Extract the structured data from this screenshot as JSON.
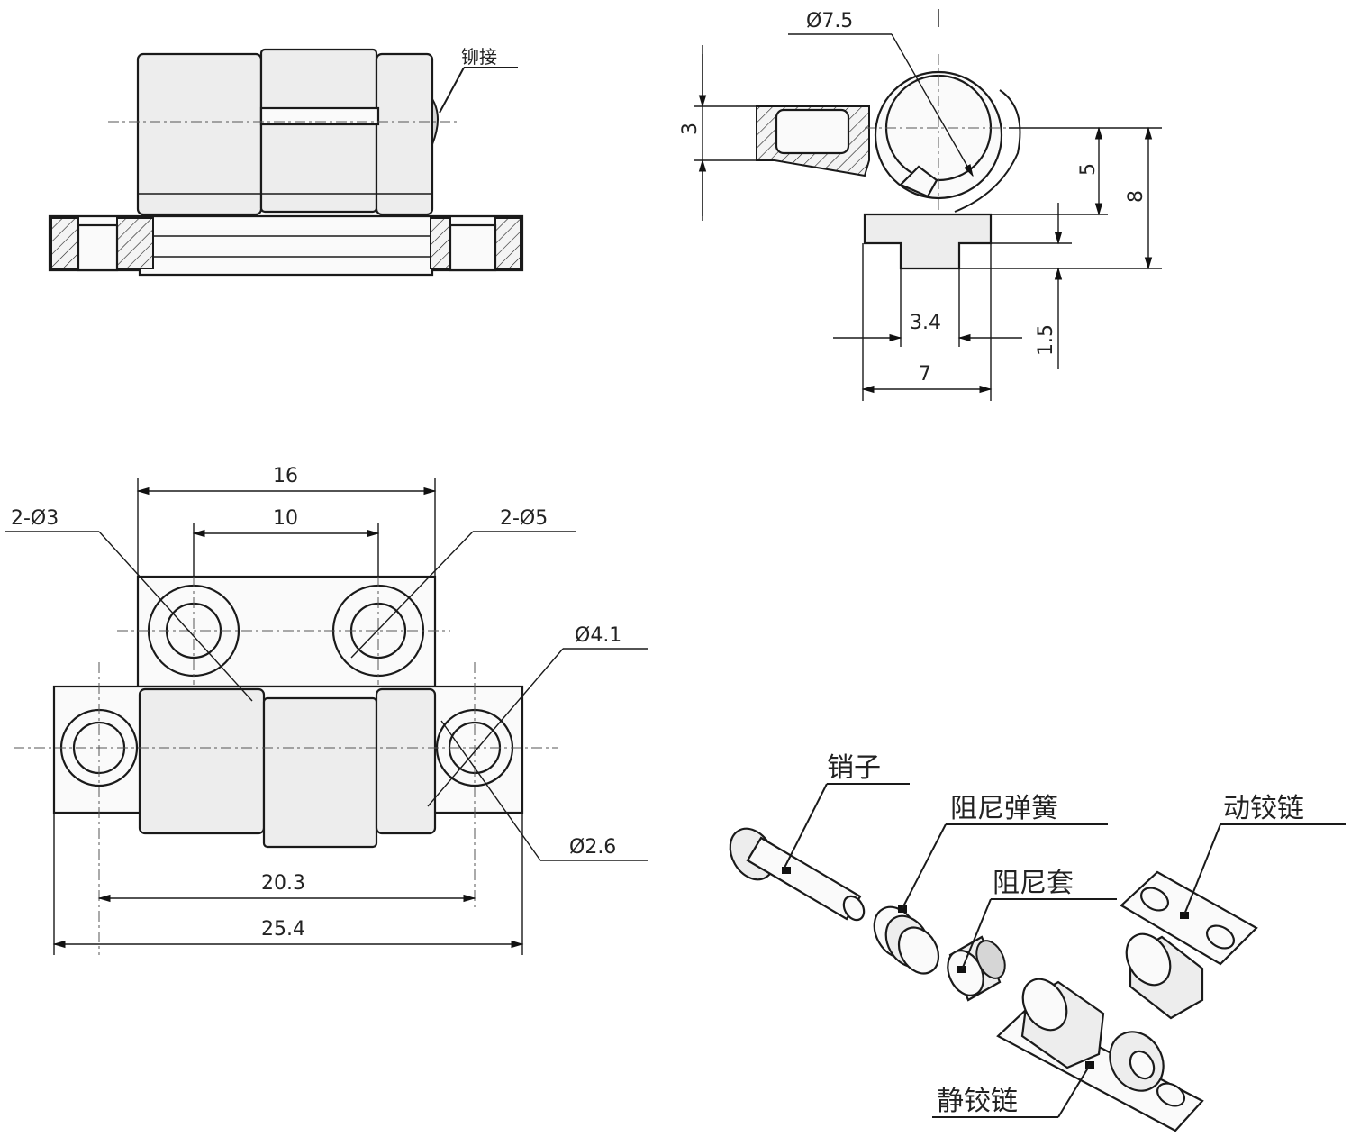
{
  "front_view": {
    "weld_label": "铆接"
  },
  "side_view": {
    "dims": {
      "pin_diameter": "Ø7.5",
      "pin_offset": "3",
      "axis_height": "5",
      "total_height": "8",
      "tab_width": "3.4",
      "base_thickness": "1.5",
      "total_width": "7"
    }
  },
  "top_view": {
    "dims": {
      "upper_span": "16",
      "upper_hole_pitch": "10",
      "upper_holes": "2-Ø3",
      "counterbore": "2-Ø5",
      "right_outer": "Ø4.1",
      "right_inner": "Ø2.6",
      "lower_hole_pitch": "20.3",
      "total_length": "25.4"
    }
  },
  "exploded_view": {
    "labels": {
      "pin": "销子",
      "damping_spring": "阻尼弹簧",
      "moving_hinge": "动铰链",
      "damping_sleeve": "阻尼套",
      "static_hinge": "静铰链"
    }
  }
}
